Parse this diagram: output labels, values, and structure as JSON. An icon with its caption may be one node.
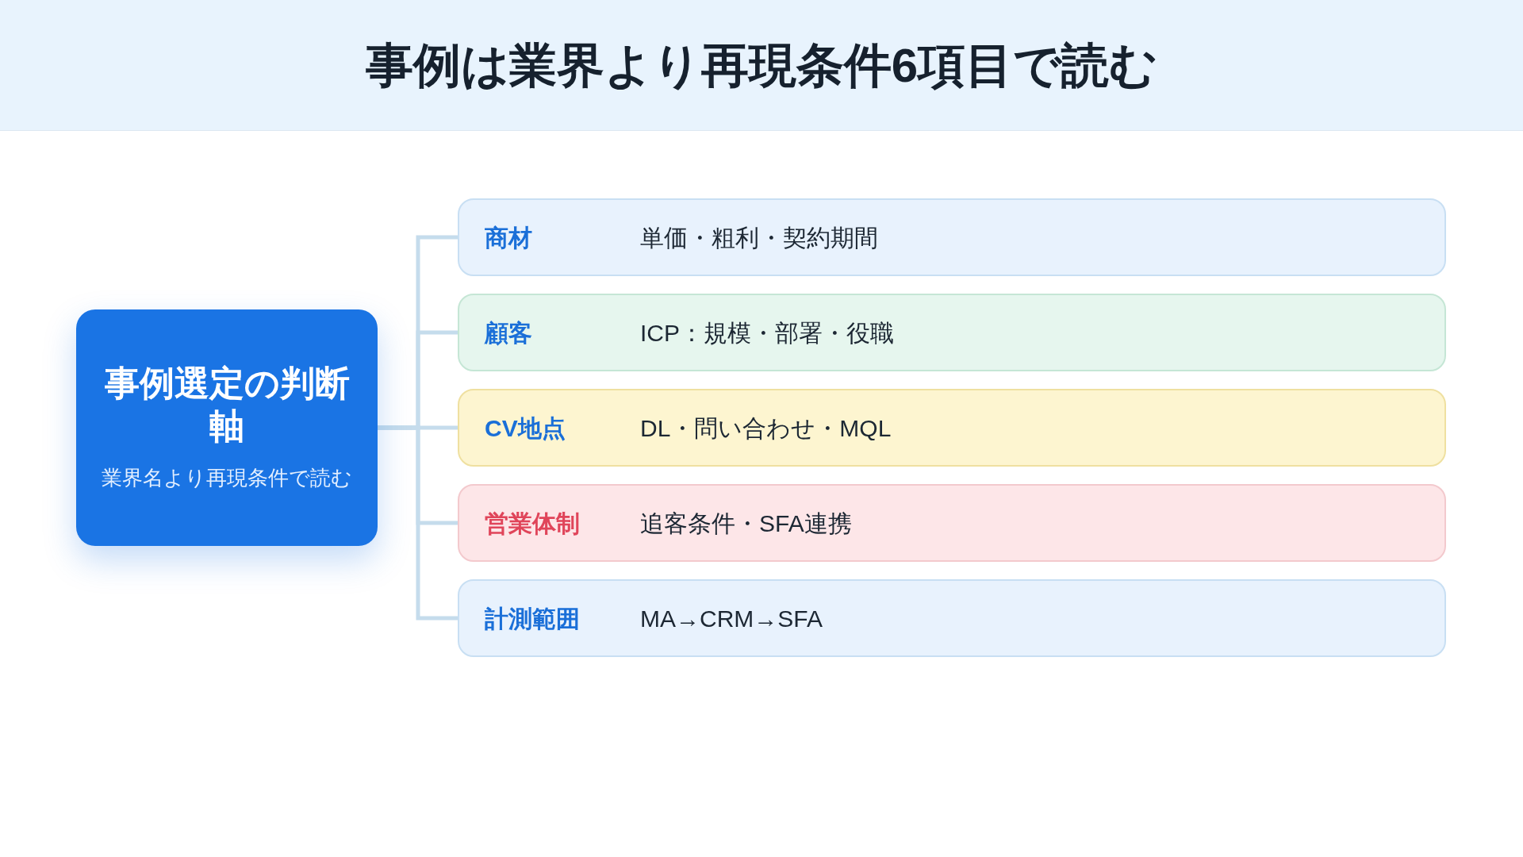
{
  "diagram": {
    "title": "事例は業界より再現条件6項目で読む",
    "nodes": [
      {
        "text": [
          "事例選定の判断軸",
          "業界名より再現条件で読む"
        ]
      },
      {
        "text": [
          "商材",
          "単価・粗利・契約期間"
        ]
      },
      {
        "text": [
          "顧客",
          "ICP：規模・部署・役職"
        ]
      },
      {
        "text": [
          "CV地点",
          "DL・問い合わせ・MQL"
        ]
      },
      {
        "text": [
          "営業体制",
          "追客条件・SFA連携"
        ]
      },
      {
        "text": [
          "計測範囲",
          "MA→CRM→SFA"
        ]
      }
    ],
    "edges": [
      {
        "from": 0,
        "to": 1,
        "arrow": "none"
      },
      {
        "from": 0,
        "to": 2,
        "arrow": "none"
      },
      {
        "from": 0,
        "to": 3,
        "arrow": "none"
      },
      {
        "from": 0,
        "to": 4,
        "arrow": "none"
      },
      {
        "from": 0,
        "to": 5,
        "arrow": "none"
      }
    ]
  }
}
